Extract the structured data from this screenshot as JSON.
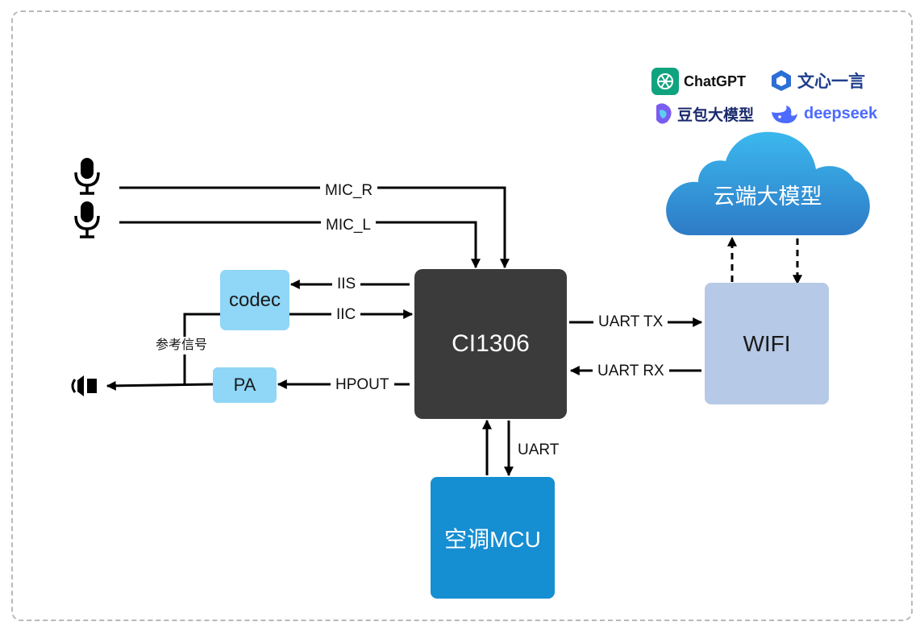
{
  "diagram": {
    "chip_label": "CI1306",
    "codec_label": "codec",
    "pa_label": "PA",
    "wifi_label": "WIFI",
    "mcu_label": "空调MCU",
    "cloud_label": "云端大模型",
    "signals": {
      "mic_r": "MIC_R",
      "mic_l": "MIC_L",
      "iis": "IIS",
      "iic": "IIC",
      "hpout": "HPOUT",
      "reference": "参考信号",
      "uart_tx": "UART TX",
      "uart_rx": "UART RX",
      "uart": "UART"
    },
    "logos": {
      "chatgpt": "ChatGPT",
      "wenxin": "文心一言",
      "doubao": "豆包大模型",
      "deepseek": "deepseek"
    }
  },
  "colors": {
    "chip": "#3b3b3b",
    "light_block": "#8fd6f7",
    "wifi": "#b6c9e6",
    "mcu": "#168ed2",
    "cloud_top": "#3bb8ee",
    "cloud_bottom": "#2e7bc6",
    "chatgpt": "#10a37f",
    "wenxin": "#2b6fd6",
    "doubao": "#7b5cf0",
    "deepseek": "#4d6bfe"
  }
}
